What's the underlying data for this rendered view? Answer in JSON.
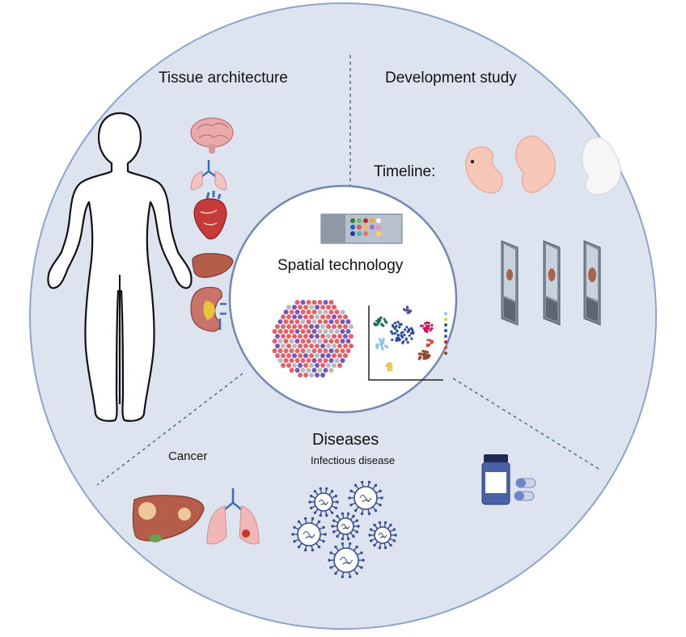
{
  "diagram": {
    "center_title": "Spatial technology",
    "sections": {
      "tissue": {
        "title": "Tissue architecture"
      },
      "development": {
        "title": "Development study",
        "timeline_label": "Timeline:"
      },
      "diseases": {
        "title": "Diseases",
        "cancer_label": "Cancer",
        "infectious_label": "Infectious disease"
      }
    },
    "colors": {
      "circle_fill": "#dde4f0",
      "circle_stroke": "#8fa3c7",
      "center_fill": "#ffffff",
      "center_stroke": "#7487ae",
      "divider": "#3b6f7a",
      "organ_pink": "#e8a5a5",
      "liver": "#b35d4a",
      "virus": "#3a4f8c",
      "embryo": "#f5c4b0",
      "spot_red": "#e0626a",
      "spot_purple": "#7a55b6"
    },
    "icons": [
      "human-body-outline-icon",
      "brain-icon",
      "lungs-icon",
      "heart-icon",
      "liver-icon",
      "kidney-icon",
      "slide-icon",
      "embryo-icon",
      "tissue-slide-icon",
      "pill-bottle-icon",
      "capsule-icon",
      "virus-icon"
    ]
  }
}
